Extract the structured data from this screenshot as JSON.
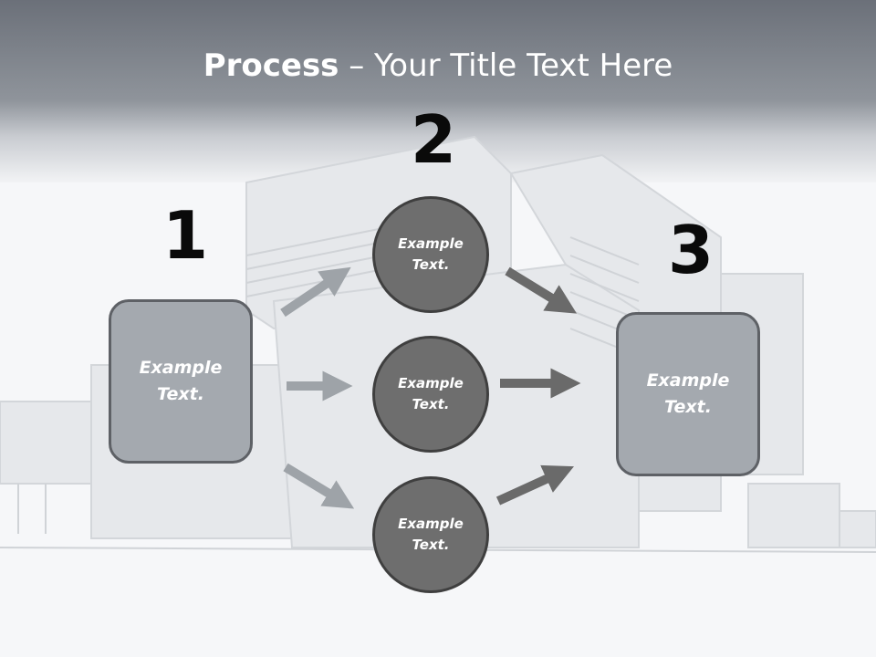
{
  "title": {
    "bold": "Process",
    "rest": " – Your Title Text Here"
  },
  "steps": {
    "num1": "1",
    "num2": "2",
    "num3": "3"
  },
  "nodes": {
    "left_box": "Example Text.",
    "circle_top": "Example Text.",
    "circle_middle": "Example Text.",
    "circle_bottom": "Example Text.",
    "right_box": "Example Text."
  },
  "colors": {
    "box_fill": "#a4a9af",
    "circle_fill": "#6e6e6e",
    "arrow_light": "#9ea3a8",
    "arrow_dark": "#6a6a6a"
  }
}
